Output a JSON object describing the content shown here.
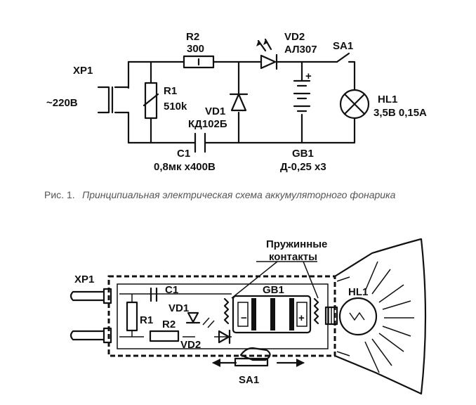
{
  "figure1": {
    "labels": {
      "xp1": "XP1",
      "mains": "~220В",
      "r2_name": "R2",
      "r2_value": "300",
      "r1_name": "R1",
      "r1_value": "510k",
      "vd1_name": "VD1",
      "vd1_part": "КД102Б",
      "vd2_name": "VD2",
      "vd2_part": "АЛ307",
      "sa1": "SA1",
      "hl1_name": "HL1",
      "hl1_rating": "3,5В 0,15А",
      "c1_name": "C1",
      "c1_value": "0,8мк х400В",
      "gb1_name": "GB1",
      "gb1_value": "Д-0,25 х3",
      "plus": "+"
    },
    "caption_prefix": "Рис. 1.",
    "caption": "Принципиальная электрическая схема аккумуляторного фонарика"
  },
  "figure2": {
    "labels": {
      "springs_line1": "Пружинные",
      "springs_line2": "контакты",
      "xp1": "XP1",
      "c1": "C1",
      "gb1": "GB1",
      "hl1": "HL1",
      "vd1": "VD1",
      "r1": "R1",
      "r2": "R2",
      "vd2": "VD2",
      "sa1": "SA1",
      "minus": "−",
      "plus": "+"
    }
  }
}
